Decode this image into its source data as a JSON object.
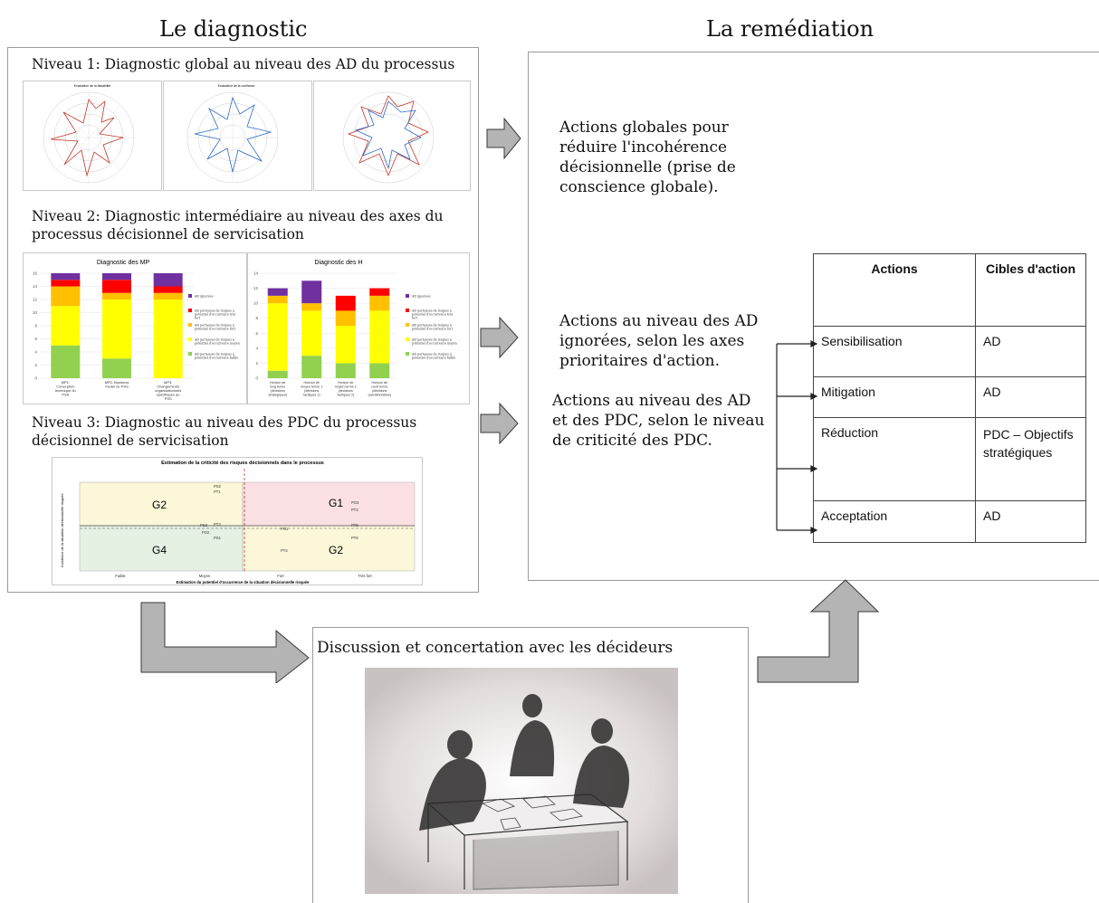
{
  "diagnostic": {
    "title": "Le diagnostic",
    "levels": [
      {
        "label": "Niveau 1: Diagnostic global au niveau des AD du processus"
      },
      {
        "label": "Niveau 2: Diagnostic intermédiaire  au niveau des axes du processus décisionnel de servicisation"
      },
      {
        "label": "Niveau 3: Diagnostic au niveau des PDC du processus décisionnel de servicisation"
      }
    ],
    "chart_mp": {
      "title": "Diagnostic des MP",
      "categories": [
        "MP1: Conception technique du PSS",
        "MP2: Business model du PSS",
        "MP3: Changements organisationnels spécifiques au PSS"
      ],
      "legend": [
        "AD ignorées",
        "AD porteuses de risques à potentiel d'occurrence très fort",
        "AD porteuses de risques à potentiel d'occurrence fort",
        "AD porteuses de risques à potentiel d'occurrence moyen",
        "AD porteuses de risques à potentiel d'occurrence faible"
      ]
    },
    "chart_h": {
      "title": "Diagnostic des H",
      "categories": [
        "Horizon de long terme (décisions stratégiques)",
        "Horizon de moyen terme 1 (décisions tactiques 1)",
        "Horizon de moyen terme 2 (décisions tactiques 2)",
        "Horizon de court terme (décisions opérationnelles)"
      ]
    },
    "criticite": {
      "title": "Estimation de la criticité des risques décisionnels dans le processus",
      "xlabel": "Estimation du potentiel d'occurrence de la situation décisionnelle risquée",
      "ylabel": "Incidence de la situation décisionnelle risquée",
      "xticks": [
        "Faible",
        "Moyen",
        "Fort",
        "Très fort"
      ],
      "groups": [
        "G2",
        "G1",
        "G4",
        "G2"
      ],
      "points": [
        "PS2",
        "PT1",
        "PO3",
        "PT2",
        "PT3",
        "PS3",
        "PO1",
        "PT5",
        "PO2",
        "PS1",
        "PT6",
        "PT4"
      ]
    }
  },
  "remediation": {
    "title": "La remédiation",
    "actions": [
      "Actions globales pour réduire l'incohérence décisionnelle (prise de conscience globale).",
      "Actions au niveau des AD ignorées, selon les axes prioritaires d'action.",
      "Actions au niveau des AD et des PDC, selon le niveau de criticité des PDC."
    ],
    "table": {
      "headers": [
        "Actions",
        "Cibles d'action"
      ],
      "rows": [
        {
          "action": "Sensibilisation",
          "cible": "AD"
        },
        {
          "action": "Mitigation",
          "cible": "AD"
        },
        {
          "action": "Réduction",
          "cible": "PDC – Objectifs stratégiques"
        },
        {
          "action": "Acceptation",
          "cible": "AD"
        }
      ]
    }
  },
  "discussion": {
    "title": "Discussion et concertation avec les décideurs"
  },
  "colors": {
    "purple": "#7030a0",
    "red": "#ff0000",
    "orange": "#ffc000",
    "yellow": "#ffff00",
    "green": "#92d050",
    "arrow_fill": "#b4b4b4",
    "arrow_stroke": "#3a3a3a"
  }
}
